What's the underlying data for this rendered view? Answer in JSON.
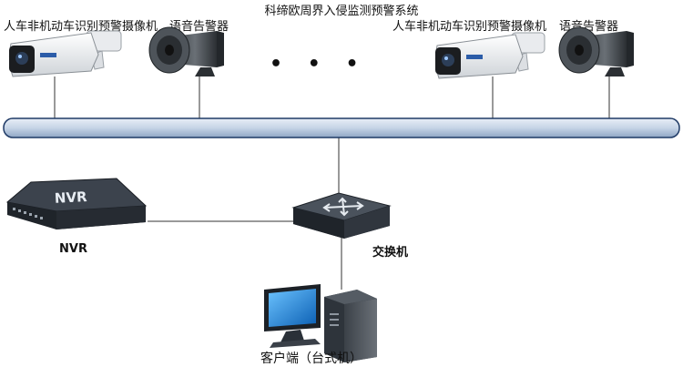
{
  "title": "科缔欧周界入侵监测预警系统",
  "camera_label": "人车非机动车识别预警摄像机",
  "speaker_label": "语音告警器",
  "ellipsis": "• • •",
  "nvr_panel_text": "NVR",
  "nvr_label": "NVR",
  "switch_label": "交换机",
  "client_label": "客户端（台式机）",
  "colors": {
    "bus_fill": "#c6d4e6",
    "bus_stroke": "#1f3a66",
    "camera_body": "#f4f4f4",
    "screen_blue": "#1f8ae0",
    "device_dark": "#2f3640"
  }
}
